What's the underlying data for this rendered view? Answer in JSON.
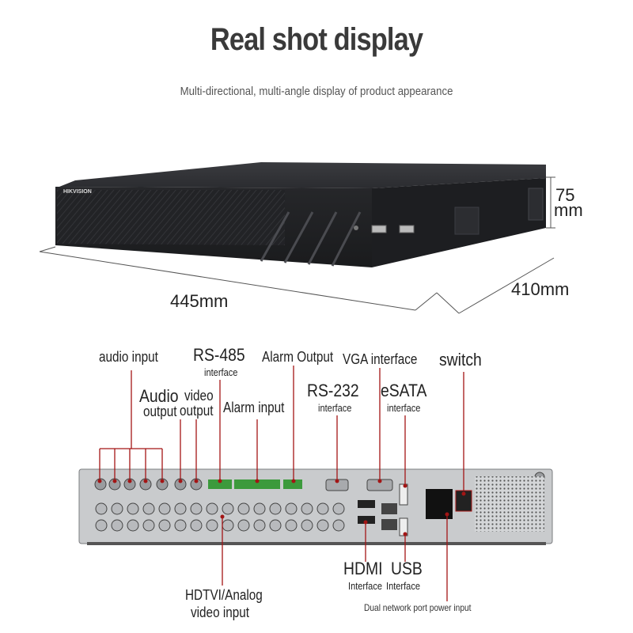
{
  "header": {
    "title": "Real shot display",
    "subtitle": "Multi-directional, multi-angle display of product appearance"
  },
  "product": {
    "brand": "HIKVISION"
  },
  "dimensions": {
    "width": "445mm",
    "depth": "410mm",
    "height_value": "75",
    "height_unit": "mm"
  },
  "rear_labels": {
    "audio_input": "audio input",
    "rs485": "RS-485",
    "rs485_sub": "interface",
    "alarm_output": "Alarm Output",
    "vga_interface": "VGA interface",
    "switch": "switch",
    "audio_output_a": "Audio",
    "audio_output_b": "output",
    "video_output_a": "video",
    "video_output_b": "output",
    "alarm_input": "Alarm input",
    "rs232": "RS-232",
    "rs232_sub": "interface",
    "esata": "eSATA",
    "esata_sub": "interface",
    "hdmi": "HDMI",
    "hdmi_sub": "Interface",
    "usb": "USB",
    "usb_sub": "Interface",
    "hdtvi_a": "HDTVI/Analog",
    "hdtvi_b": "video input",
    "dual_network": "Dual network port power input"
  },
  "colors": {
    "accent": "#a31515",
    "device_body": "#2a2b2e",
    "rear_panel": "#c9cbcd"
  }
}
